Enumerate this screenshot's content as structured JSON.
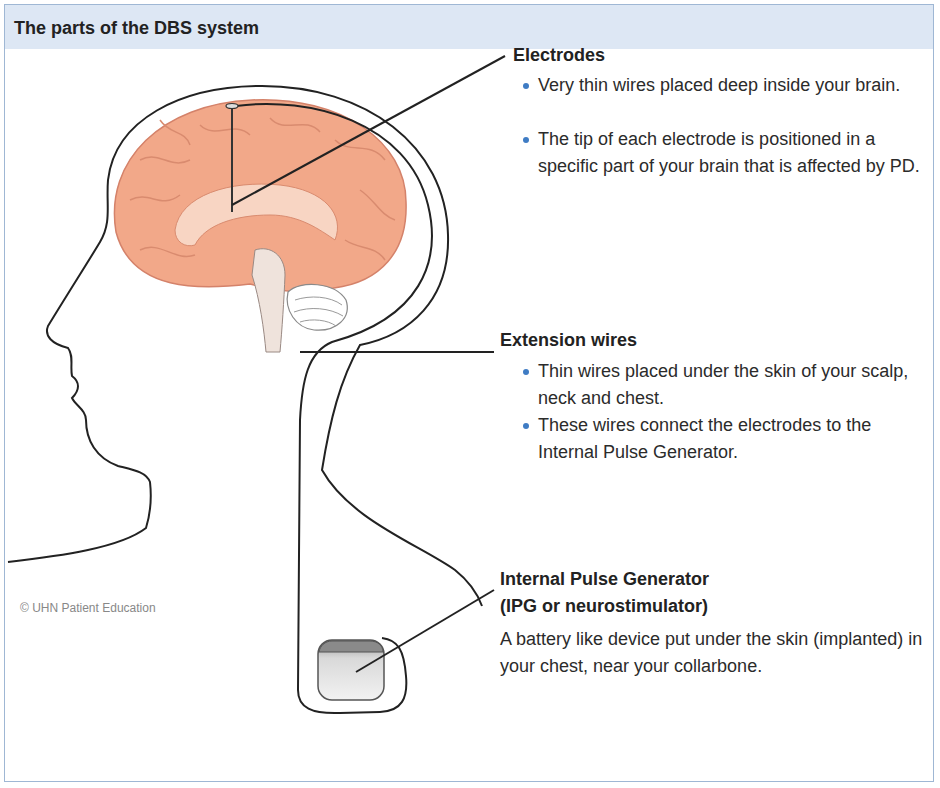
{
  "diagram": {
    "title": "The parts of the DBS system",
    "labels": [
      "Electrodes",
      "Very thin wires placed deep inside your brain.",
      "The tip of each electrode is positioned in a specific part of your brain that is affected by PD.",
      "Extension wires",
      "Thin wires placed under the skin of your scalp, neck and chest.",
      "These wires connect the electrodes to the Internal Pulse Generator.",
      "Internal Pulse Generator (IPG or neurostimulator)",
      "A battery like device put under the skin (implanted) in your chest, near your collarbone.",
      "© UHN Patient Education"
    ]
  }
}
